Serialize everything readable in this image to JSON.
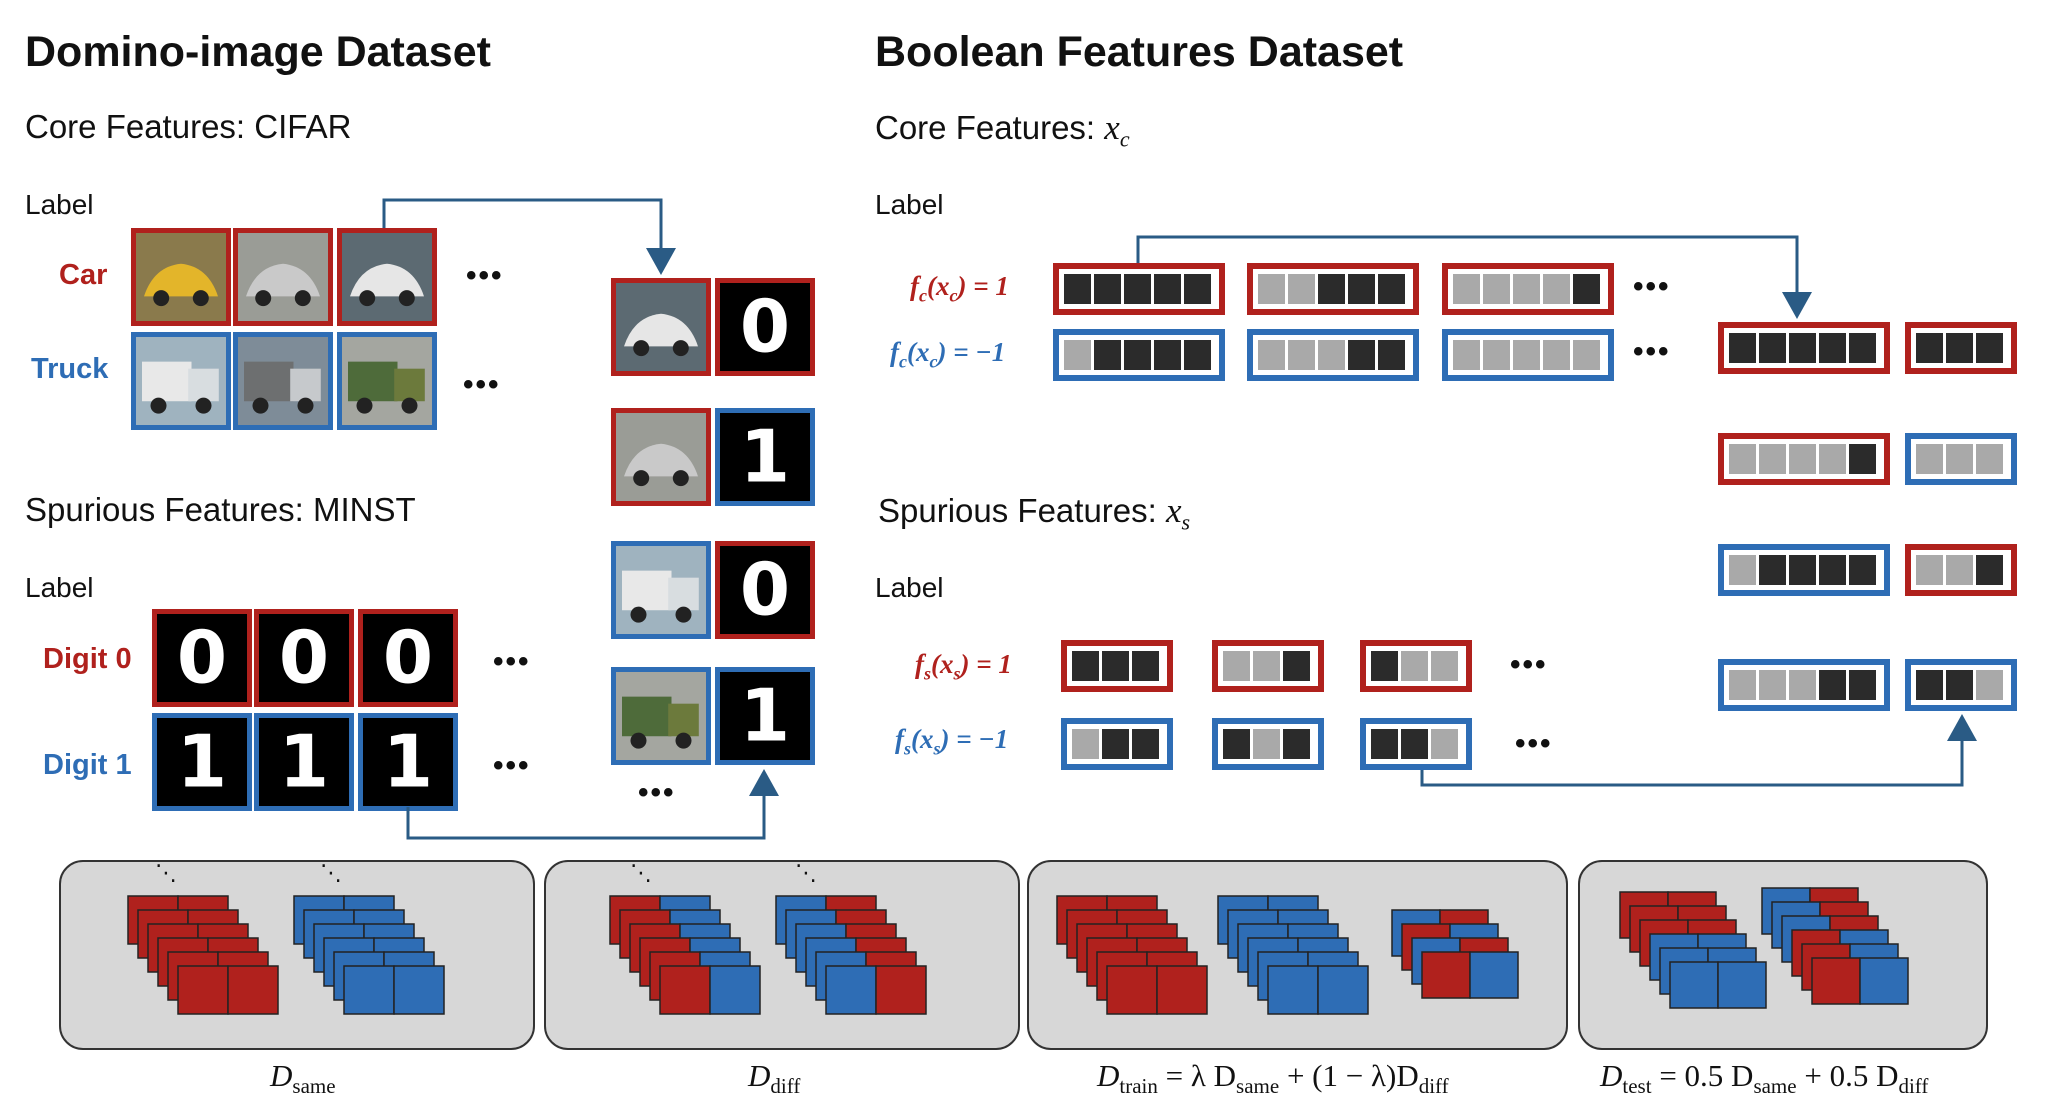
{
  "left": {
    "title": "Domino-image Dataset",
    "core_heading": "Core Features: CIFAR",
    "label_core": "Label",
    "class_a": "Car",
    "class_b": "Truck",
    "spurious_heading": "Spurious Features: MINST",
    "label_spurious": "Label",
    "digit_a": "Digit 0",
    "digit_b": "Digit 1",
    "digit_glyph_a": "0",
    "digit_glyph_b": "1"
  },
  "right": {
    "title": "Boolean Features Dataset",
    "core_heading": "Core Features: ",
    "core_var": "x",
    "core_var_sub": "c",
    "label_core": "Label",
    "fc_pos": "f",
    "spurious_heading": "Spurious Features: ",
    "spurious_var": "x",
    "spurious_var_sub": "s",
    "label_spurious": "Label"
  },
  "math_labels": {
    "fc_pos": "f_c(x_c) = 1",
    "fc_neg": "f_c(x_c) = −1",
    "fs_pos": "f_s(x_s) = 1",
    "fs_neg": "f_s(x_s) = −1"
  },
  "ellipsis": "•••",
  "formulas": {
    "same": {
      "main": "D",
      "sub": "same",
      "rest": ""
    },
    "diff": {
      "main": "D",
      "sub": "diff",
      "rest": ""
    },
    "train": {
      "main": "D",
      "sub": "train",
      "rest": "= λ D",
      "sub2": "same",
      "rest2": "+ (1 − λ)D",
      "sub3": "diff"
    },
    "test": {
      "main": "D",
      "sub": "test",
      "rest": "= 0.5 D",
      "sub2": "same",
      "rest2": "+ 0.5 D",
      "sub3": "diff"
    }
  },
  "colors": {
    "red": "#b0211d",
    "blue": "#2e6db5",
    "dark_cell": "#2b2b2b",
    "light_cell": "#a9a9a9",
    "arrow": "#2a5b85",
    "panel_bg": "#d7d7d7"
  },
  "image_icons": [
    "car-photo",
    "truck-photo",
    "digit-zero-image",
    "digit-one-image"
  ]
}
